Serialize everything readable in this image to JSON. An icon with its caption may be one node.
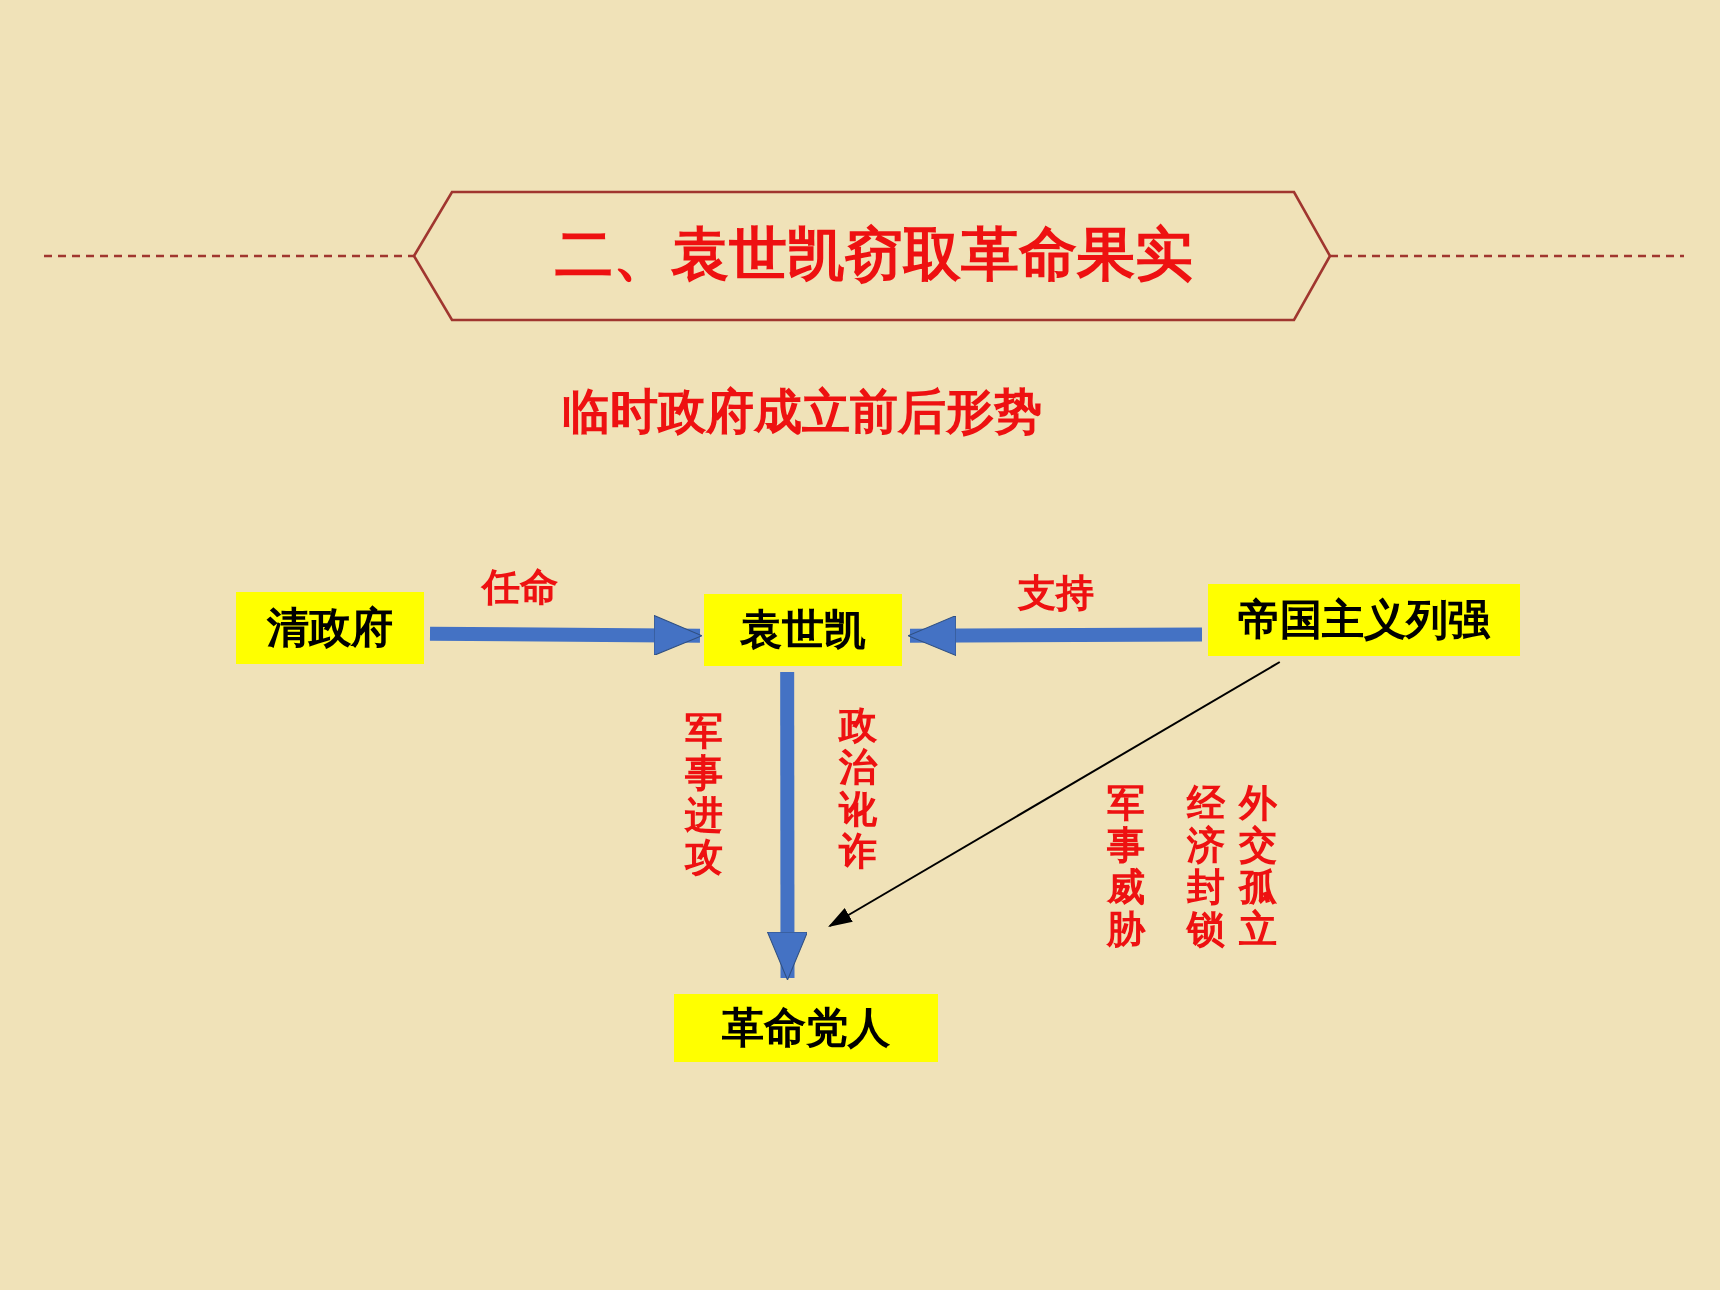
{
  "diagram": {
    "title": "二、袁世凯窃取革命果实",
    "nodes": [
      {
        "text": [
          "清政府"
        ]
      },
      {
        "text": [
          "袁世凯"
        ]
      },
      {
        "text": [
          "帝国主义列强"
        ]
      },
      {
        "text": [
          "革命党人"
        ]
      }
    ],
    "edges": [
      {
        "from": 0,
        "to": 1,
        "arrow": "to",
        "label": "任命"
      },
      {
        "from": 2,
        "to": 1,
        "arrow": "to",
        "label": "支持"
      },
      {
        "from": 1,
        "to": 3,
        "arrow": "to",
        "label": "军事进攻"
      },
      {
        "from": 2,
        "to": 3,
        "arrow": "to",
        "color": "#000000"
      }
    ],
    "labels": [
      "临时政府成立前后形势",
      "政治讹诈",
      "军事威胁",
      "经济封锁",
      "外交孤立"
    ]
  }
}
